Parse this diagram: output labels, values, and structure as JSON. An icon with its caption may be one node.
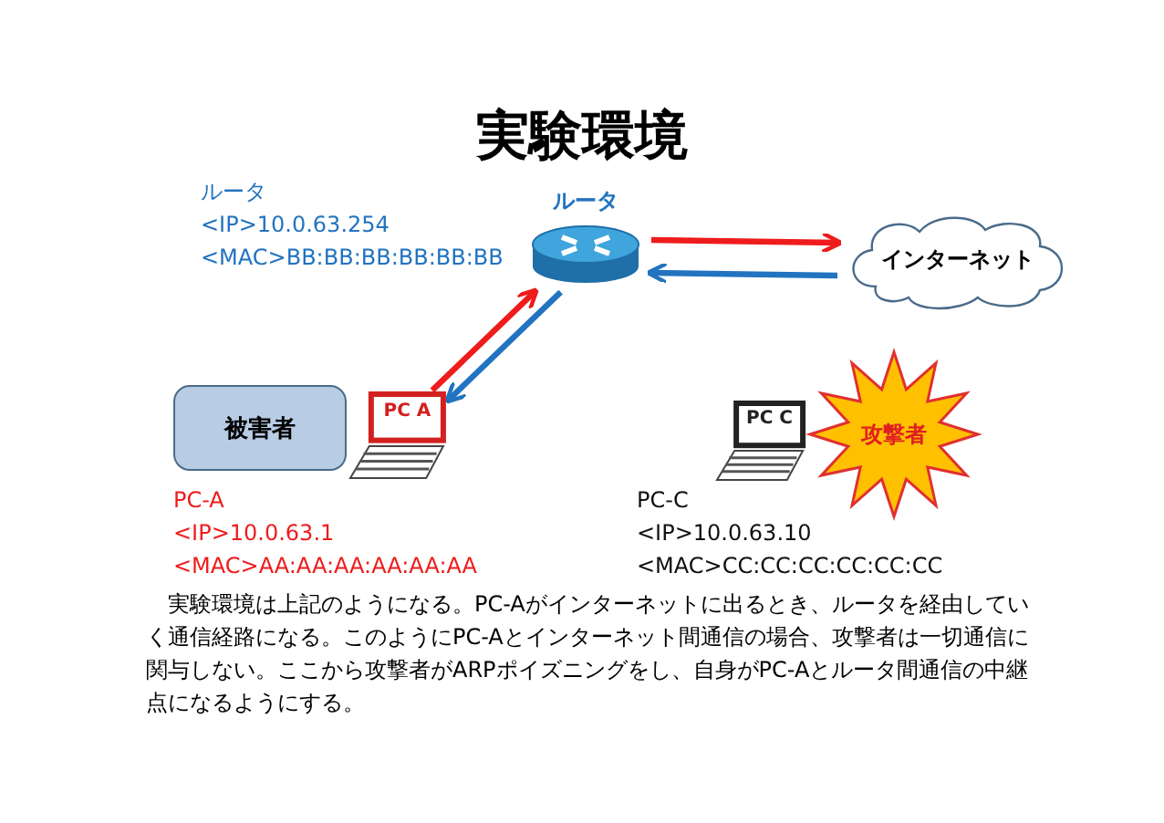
{
  "diagram": {
    "title": "実験環境",
    "nodes": [
      {
        "text": [
          "ルータ"
        ],
        "beside": [
          "ルータ",
          "<IP>10.0.63.254",
          "<MAC>BB:BB:BB:BB:BB:BB"
        ]
      },
      {
        "text": [
          "インターネット"
        ]
      },
      {
        "text": [
          "被害者"
        ]
      },
      {
        "text": [
          "PC A"
        ],
        "beside": [
          "PC-A",
          "<IP>10.0.63.1",
          "<MAC>AA:AA:AA:AA:AA:AA"
        ]
      },
      {
        "text": [
          "PC C"
        ],
        "beside": [
          "PC-C",
          "<IP>10.0.63.10",
          "<MAC>CC:CC:CC:CC:CC:CC"
        ]
      },
      {
        "text": [
          "攻撃者"
        ]
      }
    ],
    "edges": [
      {
        "from": 0,
        "to": 1,
        "arrow": "to",
        "color": "#ee1c1c"
      },
      {
        "from": 1,
        "to": 0,
        "arrow": "to",
        "color": "#2273c0"
      },
      {
        "from": 3,
        "to": 0,
        "arrow": "to",
        "color": "#ee1c1c"
      },
      {
        "from": 0,
        "to": 3,
        "arrow": "to",
        "color": "#2273c0"
      }
    ],
    "labels": [
      "実験環境は上記のようになる。PC-Aがインターネットに出るとき、ルータを経由していく通信経路になる。このようにPC-Aとインターネット間通信の場合、攻撃者は一切通信に関与しない。ここから攻撃者がARPポイズニングをし、自身がPC-Aとルータ間通信の中継点になるようにする。"
    ]
  }
}
